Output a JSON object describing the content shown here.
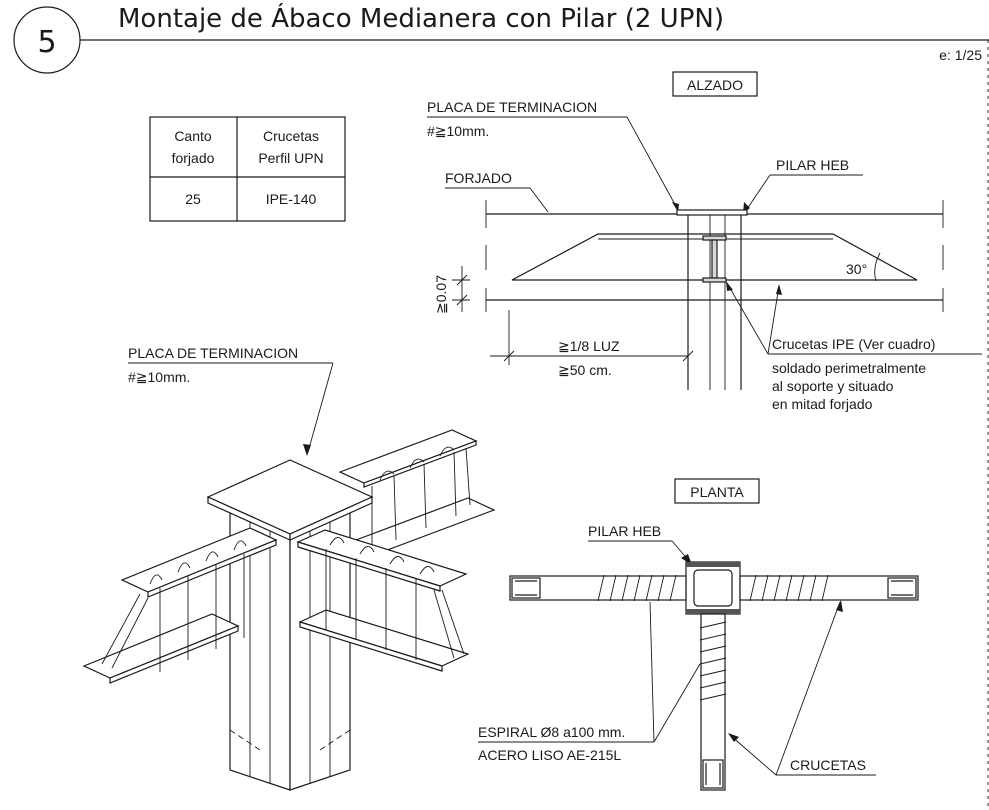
{
  "title": {
    "number": "5",
    "text": "Montaje de Ábaco Medianera con Pilar (2 UPN)",
    "scale": "e: 1/25"
  },
  "table": {
    "headers": [
      "Canto forjado",
      "Crucetas Perfil UPN"
    ],
    "header_lines": [
      [
        "Canto",
        "forjado"
      ],
      [
        "Crucetas",
        "Perfil UPN"
      ]
    ],
    "rows": [
      [
        "25",
        "IPE-140"
      ]
    ]
  },
  "alzado": {
    "view_title": "ALZADO",
    "placa_label": "PLACA DE TERMINACION",
    "placa_thickness": "#≧10mm.",
    "forjado_label": "FORJADO",
    "pilar_label": "PILAR HEB",
    "angle_label": "30°",
    "dim_vertical": "≧0.07",
    "dim_luz": "≧1/8 LUZ",
    "dim_cm": "≧50 cm.",
    "crucetas_label": "Crucetas IPE (Ver cuadro)",
    "note_lines": [
      "soldado perimetralmente",
      "al soporte y situado",
      "en mitad forjado"
    ]
  },
  "iso": {
    "placa_label": "PLACA DE TERMINACION",
    "placa_thickness": "#≧10mm."
  },
  "planta": {
    "view_title": "PLANTA",
    "pilar_label": "PILAR HEB",
    "espiral_label": "ESPIRAL Ø8 a100 mm.",
    "acero_label": "ACERO LISO AE-215L",
    "crucetas_label": "CRUCETAS"
  }
}
